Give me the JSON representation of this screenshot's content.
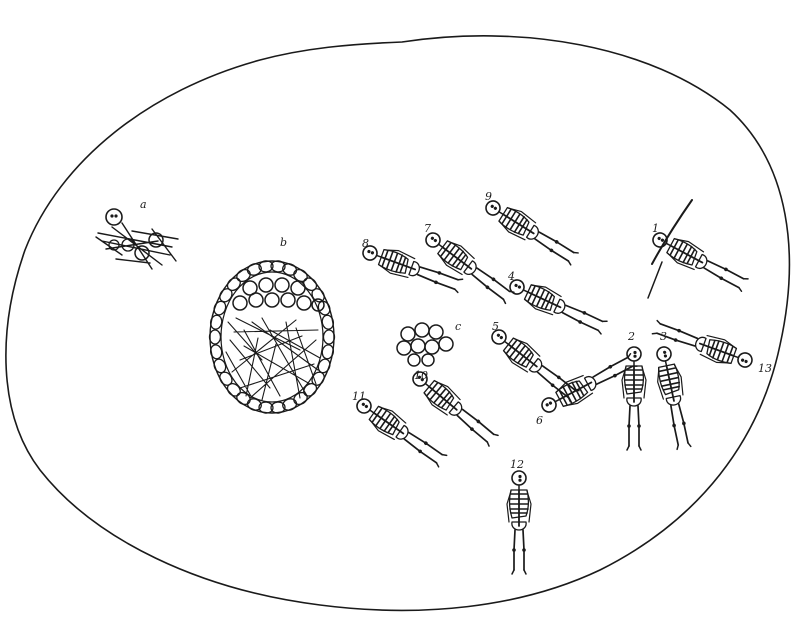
{
  "labels": {
    "a": "a",
    "b": "b",
    "c": "c",
    "n1": "1",
    "n2": "2",
    "n3": "3",
    "n4": "4",
    "n5": "5",
    "n6": "6",
    "n7": "7",
    "n8": "8",
    "n9": "9",
    "n10": "10",
    "n11": "11",
    "n12": "12",
    "n13": "13"
  }
}
